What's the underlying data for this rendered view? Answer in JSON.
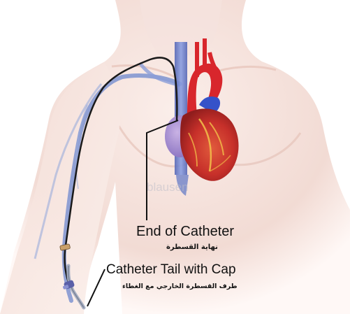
{
  "labels": {
    "end_of_catheter_en": "End of Catheter",
    "end_of_catheter_ar": "نهاية القسطرة",
    "catheter_tail_en": "Catheter Tail with Cap",
    "catheter_tail_ar": "طرف القسطرة الخارجي مع الغطاء"
  },
  "watermark": "blausen",
  "colors": {
    "skin": "#f3ddd6",
    "skin_shadow": "#e8c6bc",
    "vein": "#6f86c8",
    "artery": "#d8262c",
    "heart": "#c9342b",
    "catheter": "#1a1a1a"
  }
}
